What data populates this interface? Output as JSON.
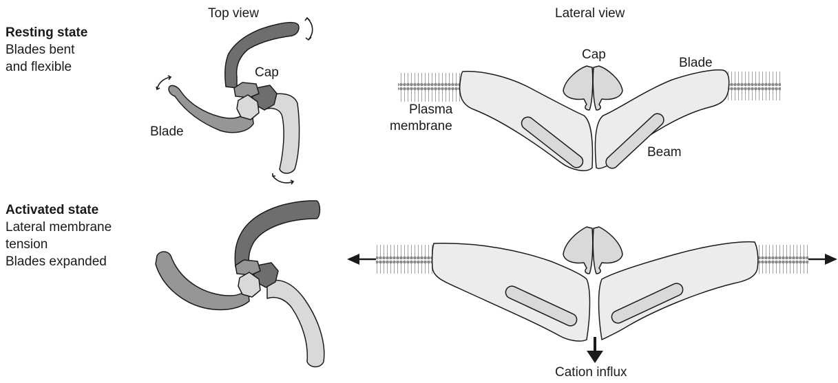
{
  "headers": {
    "top_view": "Top view",
    "lateral_view": "Lateral view"
  },
  "resting": {
    "title": "Resting state",
    "desc_line1": "Blades bent",
    "desc_line2": "and flexible"
  },
  "activated": {
    "title": "Activated state",
    "desc_line1": "Lateral membrane",
    "desc_line2": "tension",
    "desc_line3": "Blades expanded"
  },
  "labels": {
    "cap_top": "Cap",
    "blade_top": "Blade",
    "cap_lateral": "Cap",
    "blade_lateral": "Blade",
    "plasma_line1": "Plasma",
    "plasma_line2": "membrane",
    "beam": "Beam",
    "cation_influx": "Cation influx"
  },
  "colors": {
    "dark_gray": "#6e6e6e",
    "mid_gray": "#969696",
    "light_gray": "#d9d9d9",
    "pale_gray": "#ececec",
    "outline": "#1a1a1a"
  }
}
